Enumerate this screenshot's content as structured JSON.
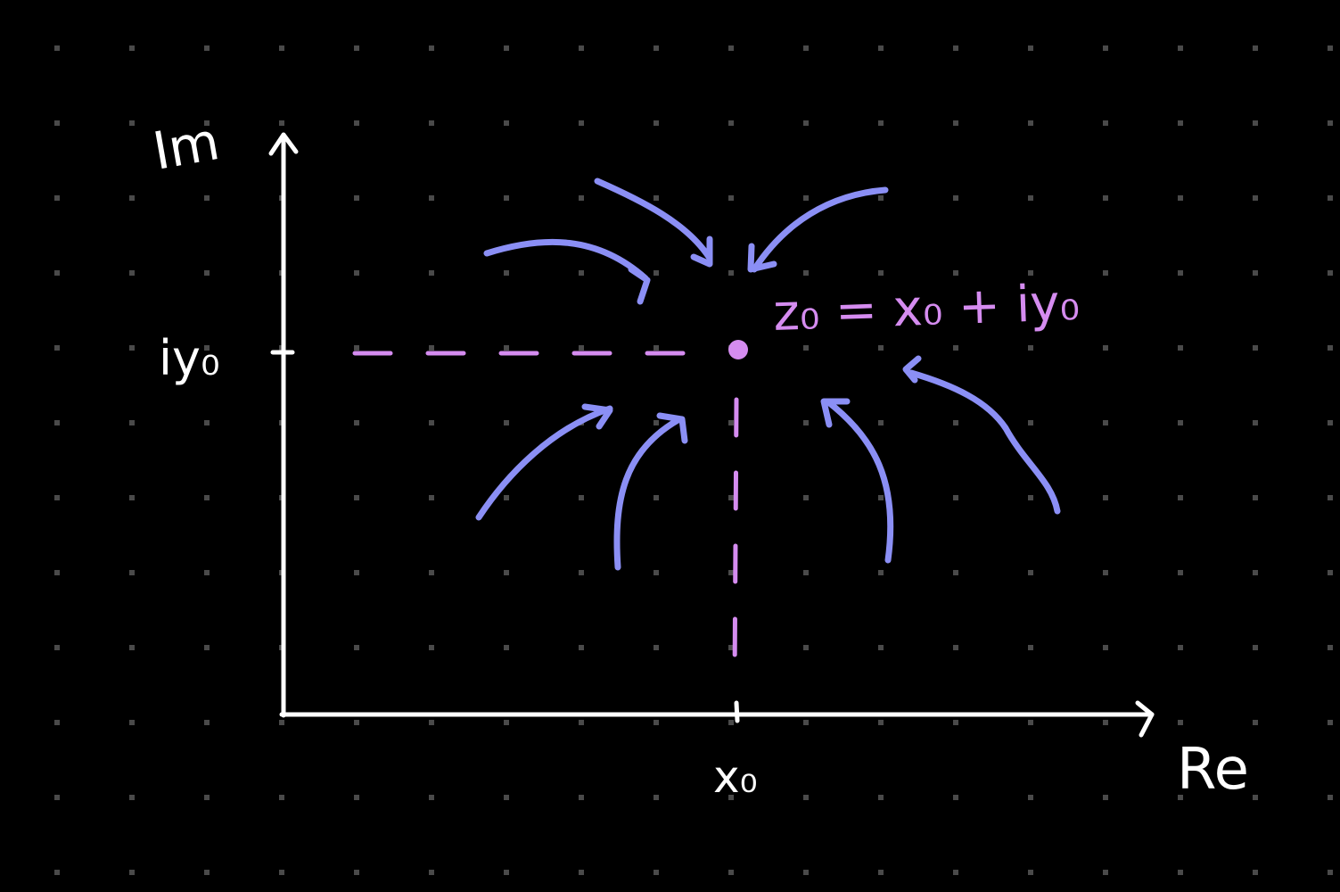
{
  "colors": {
    "background": "#000000",
    "grid_dot": "#4a4a4a",
    "axes": "#ffffff",
    "point": "#d58cf0",
    "dashed_guides": "#d58cf0",
    "arrows": "#8b8ff5",
    "point_label": "#d58cf0",
    "axis_text": "#ffffff"
  },
  "axes": {
    "vertical_label": "Im",
    "horizontal_label": "Re"
  },
  "ticks": {
    "x_tick_label": "x₀",
    "y_tick_label": "iy₀"
  },
  "point": {
    "label": "z₀ = x₀ + iy₀"
  },
  "icons": {
    "inward_arrows": "arrow-icon",
    "axis_arrowheads": "arrowhead-icon"
  }
}
